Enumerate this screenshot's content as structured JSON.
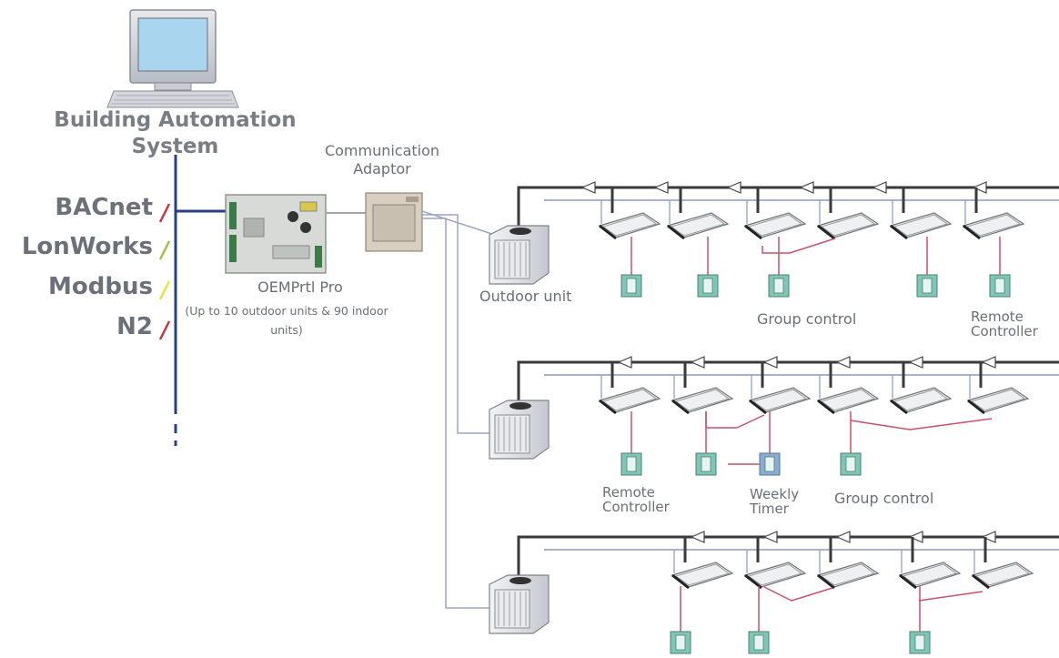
{
  "bas": {
    "title": "Building Automation System",
    "title_line1": "Building Automation",
    "title_line2": "System"
  },
  "protocols": [
    {
      "name": "BACnet",
      "color": "#c0394a"
    },
    {
      "name": "LonWorks",
      "color": "#9cc34a"
    },
    {
      "name": "Modbus",
      "color": "#e6e24a"
    },
    {
      "name": "N2",
      "color": "#c0394a"
    }
  ],
  "gateway": {
    "name": "OEMPrtl Pro",
    "note": "(Up to 10 outdoor units & 90 indoor units)"
  },
  "adaptor": {
    "line1": "Communication",
    "line2": "Adaptor"
  },
  "labels": {
    "outdoor_unit": "Outdoor unit",
    "group_control": "Group control",
    "remote_controller_1": "Remote",
    "remote_controller_2": "Controller",
    "weekly_timer_1": "Weekly",
    "weekly_timer_2": "Timer"
  },
  "colors": {
    "bus_blue": "#2a3f80",
    "refrigerant": "#3a3a3a",
    "comm_line": "#8a9ac0",
    "power_red": "#c8506a",
    "controller_teal": "#7fc6b6"
  }
}
